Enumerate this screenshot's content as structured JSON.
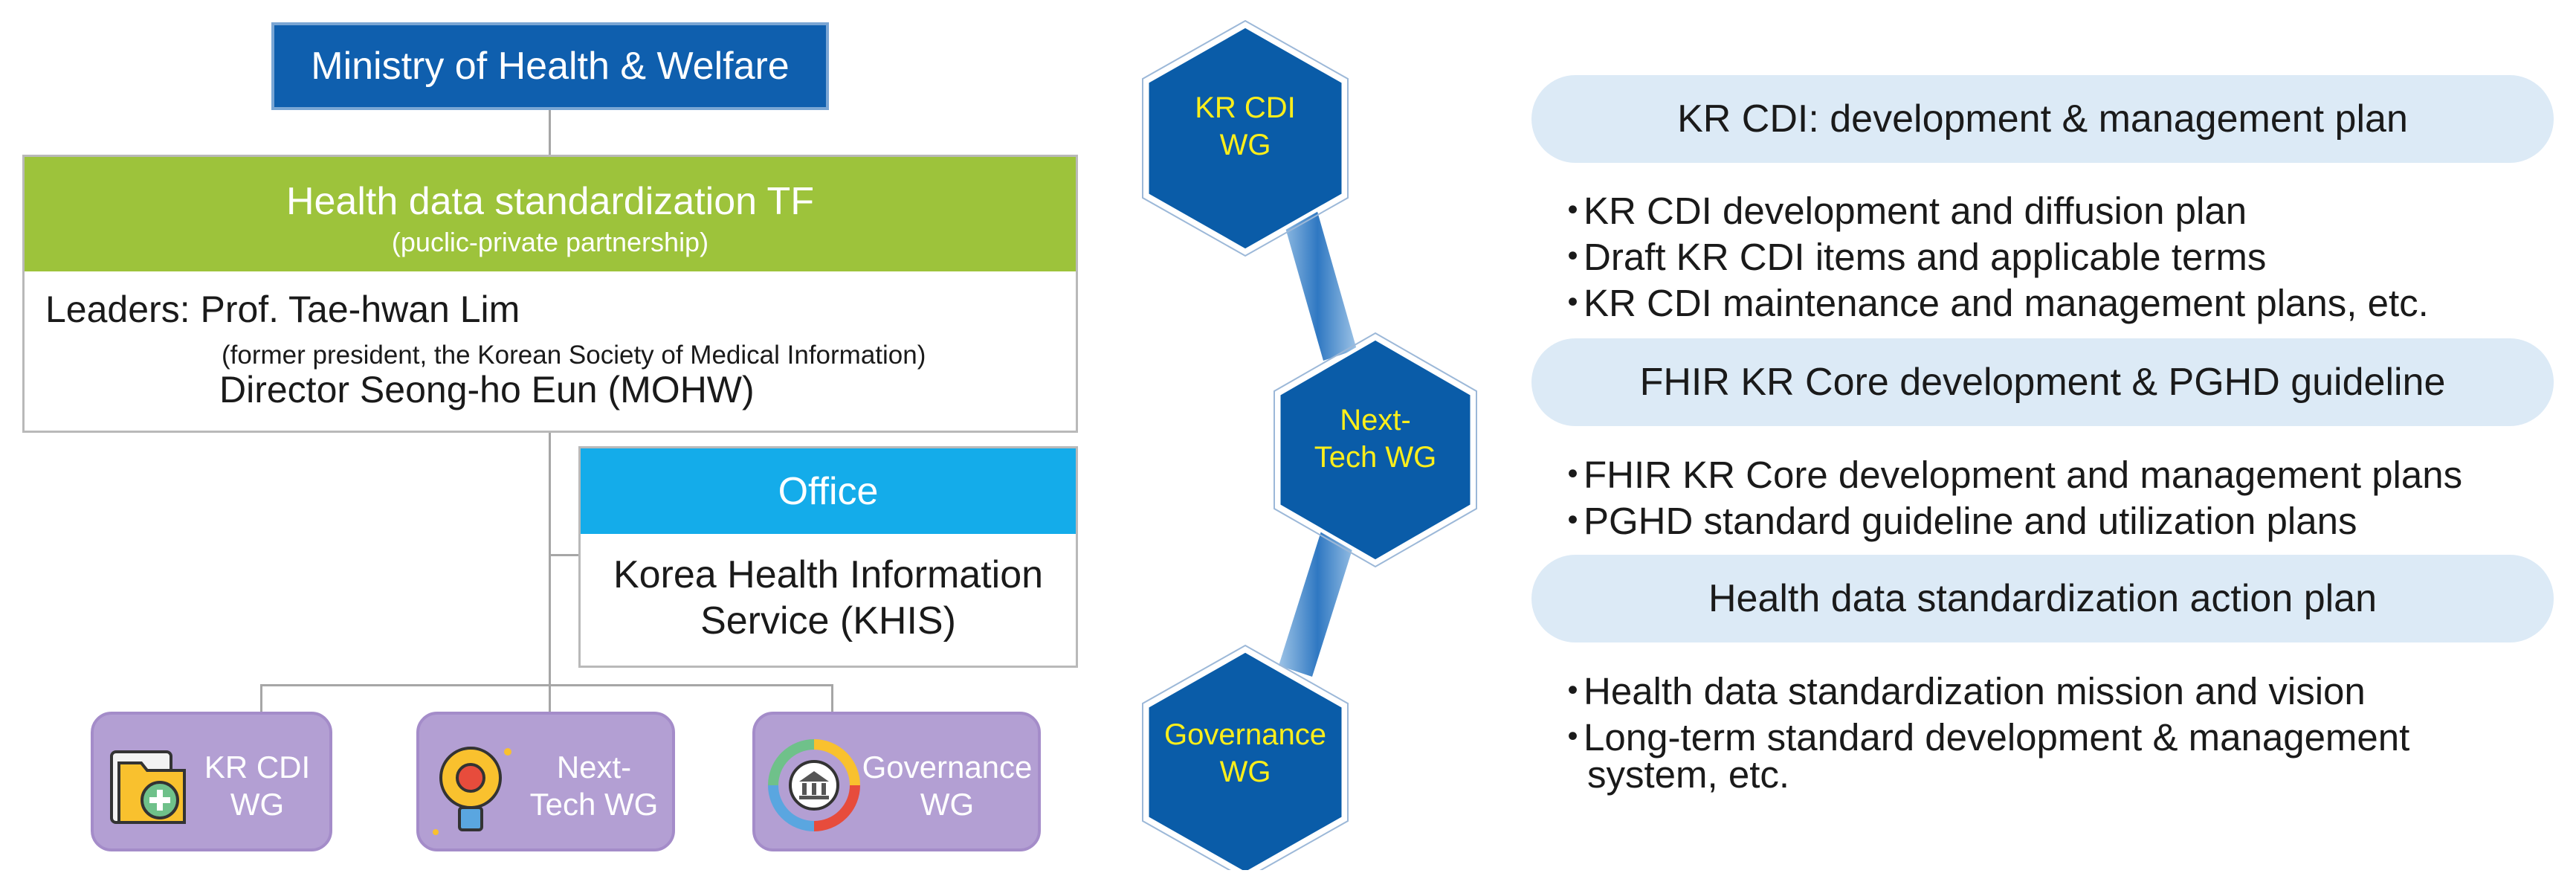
{
  "org_chart": {
    "ministry": "Ministry of Health & Welfare",
    "tf": {
      "title": "Health data standardization TF",
      "subtitle": "(puclic-private partnership)",
      "leaders_line1": "Leaders: Prof. Tae-hwan Lim",
      "leaders_note": "(former president, the Korean Society of Medical Information)",
      "leaders_line2": "Director Seong-ho Eun (MOHW)"
    },
    "office": {
      "title": "Office",
      "body_line1": "Korea Health Information",
      "body_line2": "Service (KHIS)"
    },
    "working_groups": [
      {
        "line1": "KR CDI",
        "line2": "WG",
        "icon": "folder-plus-icon"
      },
      {
        "line1": "Next-",
        "line2": "Tech WG",
        "icon": "lightbulb-gear-icon"
      },
      {
        "line1": "Governance",
        "line2": "WG",
        "icon": "institution-cycle-icon"
      }
    ]
  },
  "hexagons": [
    {
      "line1": "KR CDI",
      "line2": "WG"
    },
    {
      "line1": "Next-",
      "line2": "Tech WG"
    },
    {
      "line1": "Governance",
      "line2": "WG"
    }
  ],
  "plans": [
    {
      "title": "KR CDI: development & management plan",
      "items": [
        "KR CDI development and diffusion plan",
        "Draft KR CDI items and applicable terms",
        "KR CDI maintenance and management plans, etc."
      ]
    },
    {
      "title": "FHIR KR Core development & PGHD guideline",
      "items": [
        "FHIR KR Core development and management plans",
        "PGHD standard guideline and utilization plans"
      ]
    },
    {
      "title": "Health data standardization action plan",
      "items": [
        "Health data standardization mission and vision",
        "Long-term standard development & management"
      ],
      "continuation": "system, etc."
    }
  ],
  "bullet_char": "・",
  "colors": {
    "ministry": "#0f5fae",
    "tf": "#9dc33b",
    "office": "#14acea",
    "wg_box": "#b39fd3",
    "hexagon": "#0a5ca8",
    "hex_text": "#ffef1a",
    "pill": "#dceaf6"
  }
}
